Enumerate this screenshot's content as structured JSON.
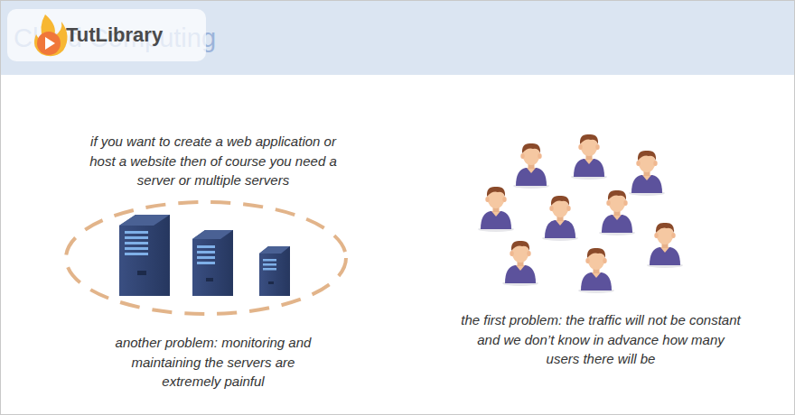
{
  "diagram": {
    "title": "Cloud Computing",
    "labels": [
      "TutLibrary",
      "if you want to create a web application or host a website then of course you need a server or multiple servers",
      "another problem: monitoring and maintaining the servers are extremely painful",
      "the first problem: the traffic will not be constant and we don’t know in advance how many users there will be"
    ]
  }
}
